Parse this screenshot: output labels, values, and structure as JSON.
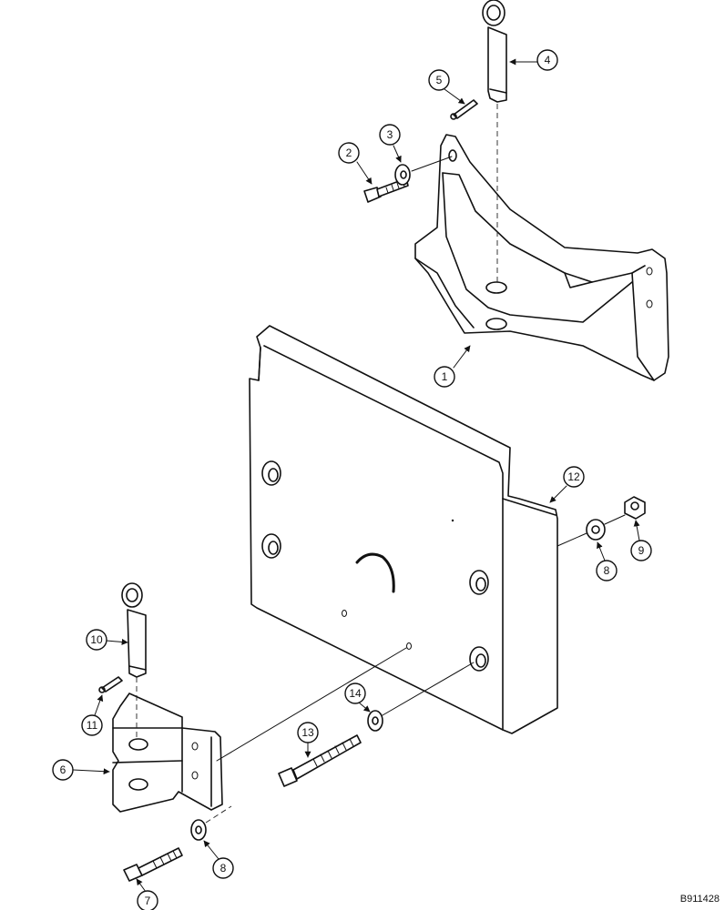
{
  "figure_code": "B911428",
  "callouts": [
    "1",
    "2",
    "3",
    "4",
    "5",
    "6",
    "7",
    "8",
    "8",
    "9",
    "10",
    "11",
    "12",
    "13",
    "14"
  ],
  "colors": {
    "line": "#111111",
    "background": "#ffffff"
  }
}
